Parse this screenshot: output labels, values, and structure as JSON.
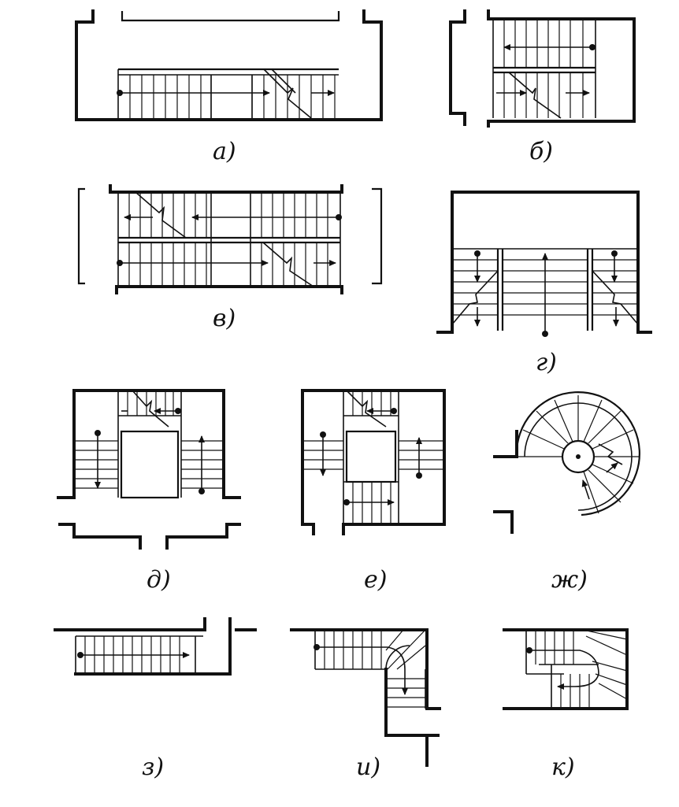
{
  "figure": {
    "panels": [
      {
        "id": "a",
        "label": "а)"
      },
      {
        "id": "b",
        "label": "б)"
      },
      {
        "id": "v",
        "label": "в)"
      },
      {
        "id": "g",
        "label": "г)"
      },
      {
        "id": "d",
        "label": "д)"
      },
      {
        "id": "e",
        "label": "е)"
      },
      {
        "id": "zh",
        "label": "ж)"
      },
      {
        "id": "z",
        "label": "з)"
      },
      {
        "id": "i",
        "label": "и)"
      },
      {
        "id": "k",
        "label": "к)"
      }
    ]
  }
}
